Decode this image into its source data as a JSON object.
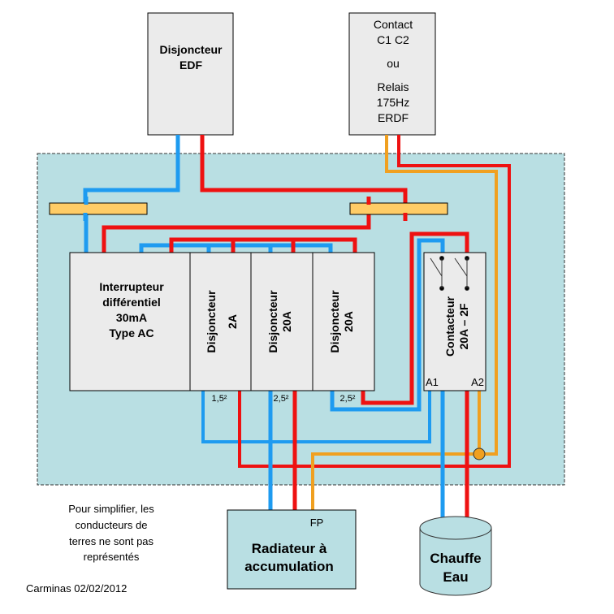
{
  "colors": {
    "neutral": "#1e9bf0",
    "phase": "#ee1111",
    "control": "#f0a020",
    "panel": "#b9dfe3",
    "box": "#ebebeb",
    "busbar": "#ffcc66"
  },
  "boxes": {
    "edf_breaker": {
      "lines": [
        "Disjoncteur",
        "EDF"
      ]
    },
    "contact": {
      "lines": [
        "Contact",
        "C1 C2",
        "ou",
        "Relais",
        "175Hz",
        "ERDF"
      ]
    },
    "rcd": {
      "lines": [
        "Interrupteur",
        "différentiel",
        "30mA",
        "Type AC"
      ]
    },
    "breaker1": {
      "lines": [
        "Disjoncteur",
        "2A"
      ]
    },
    "breaker2": {
      "lines": [
        "Disjoncteur",
        "20A"
      ]
    },
    "breaker3": {
      "lines": [
        "Disjoncteur",
        "20A"
      ]
    },
    "contactor": {
      "lines": [
        "Contacteur",
        "20A – 2F"
      ],
      "a1": "A1",
      "a2": "A2"
    },
    "radiator": {
      "lines": [
        "Radiateur à",
        "accumulation"
      ],
      "fp": "FP"
    },
    "water_heater": {
      "lines": [
        "Chauffe",
        "Eau"
      ]
    }
  },
  "wire_sizes": [
    "1,5²",
    "2,5²",
    "2,5²"
  ],
  "note": {
    "lines": [
      "Pour simplifier, les",
      "conducteurs de",
      "terres ne sont pas",
      "représentés"
    ]
  },
  "author": "Carminas 02/02/2012"
}
